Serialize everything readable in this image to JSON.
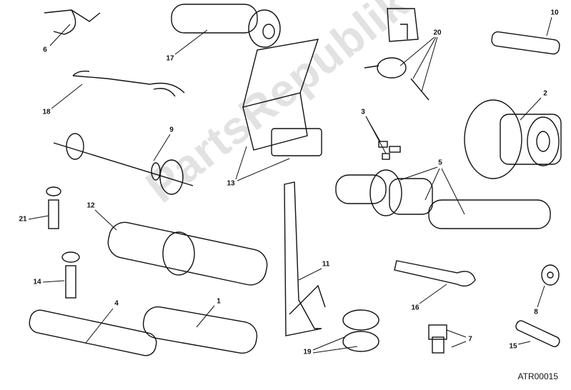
{
  "diagram": {
    "code": "ATR00015",
    "watermark": "PartsRepublik",
    "callouts": [
      "6",
      "17",
      "10",
      "20",
      "2",
      "18",
      "9",
      "3",
      "13",
      "5",
      "21",
      "12",
      "11",
      "14",
      "16",
      "4",
      "1",
      "8",
      "19",
      "7",
      "15"
    ]
  }
}
